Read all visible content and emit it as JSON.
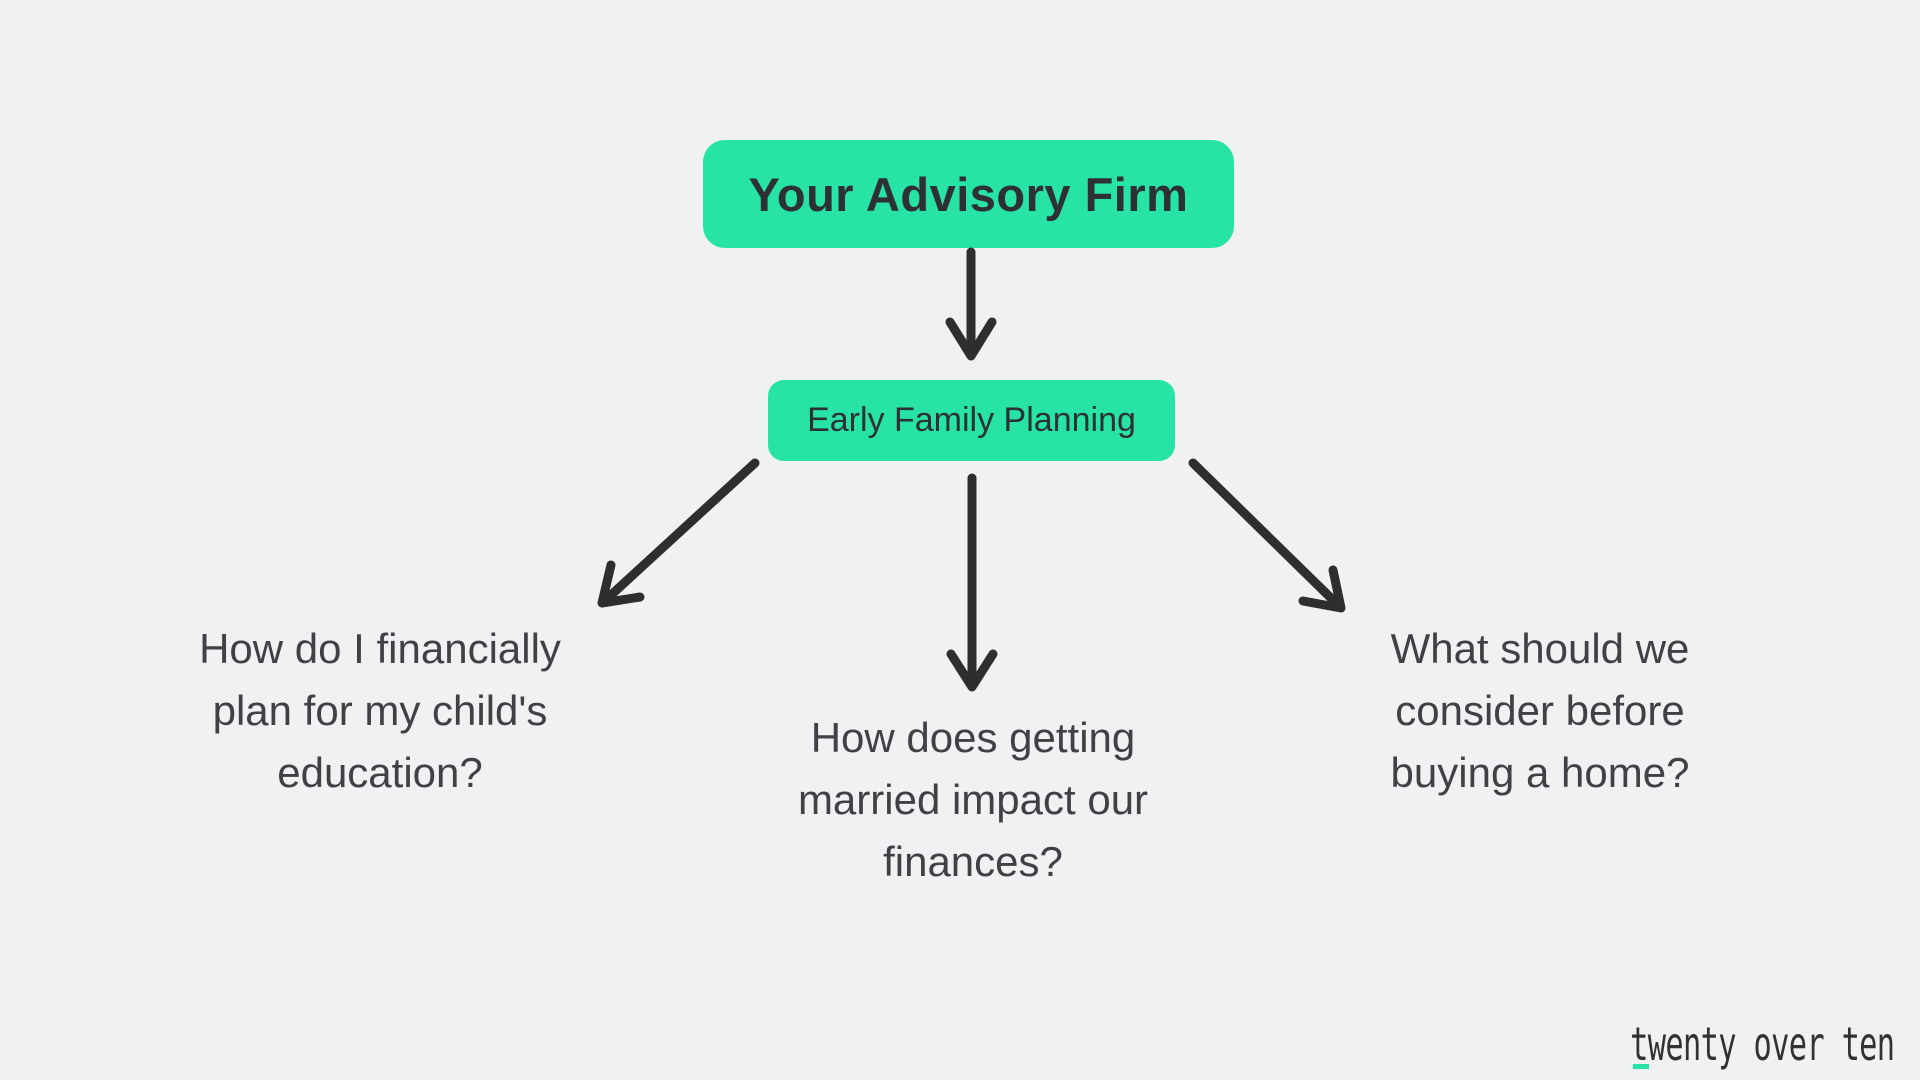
{
  "page": {
    "background_color": "#f0f1f3"
  },
  "colors": {
    "accent_green": "#27e3a5",
    "node_text": "#2e3134",
    "question_text": "#3f4144",
    "arrow": "#2e2e30"
  },
  "root_node": {
    "label": "Your Advisory Firm"
  },
  "mid_node": {
    "label": "Early Family Planning"
  },
  "arrows": [
    {
      "name": "root-to-mid",
      "direction": "down"
    },
    {
      "name": "mid-to-question-left",
      "direction": "down-left"
    },
    {
      "name": "mid-to-question-middle",
      "direction": "down"
    },
    {
      "name": "mid-to-question-right",
      "direction": "down-right"
    }
  ],
  "questions": [
    {
      "lines": [
        "How do I financially",
        "plan for my child's",
        "education?"
      ]
    },
    {
      "lines": [
        "How does getting",
        "married impact our",
        "finances?"
      ]
    },
    {
      "lines": [
        "What should we",
        "consider before",
        "buying a home?"
      ]
    }
  ],
  "logo": {
    "text": "twenty over ten"
  }
}
